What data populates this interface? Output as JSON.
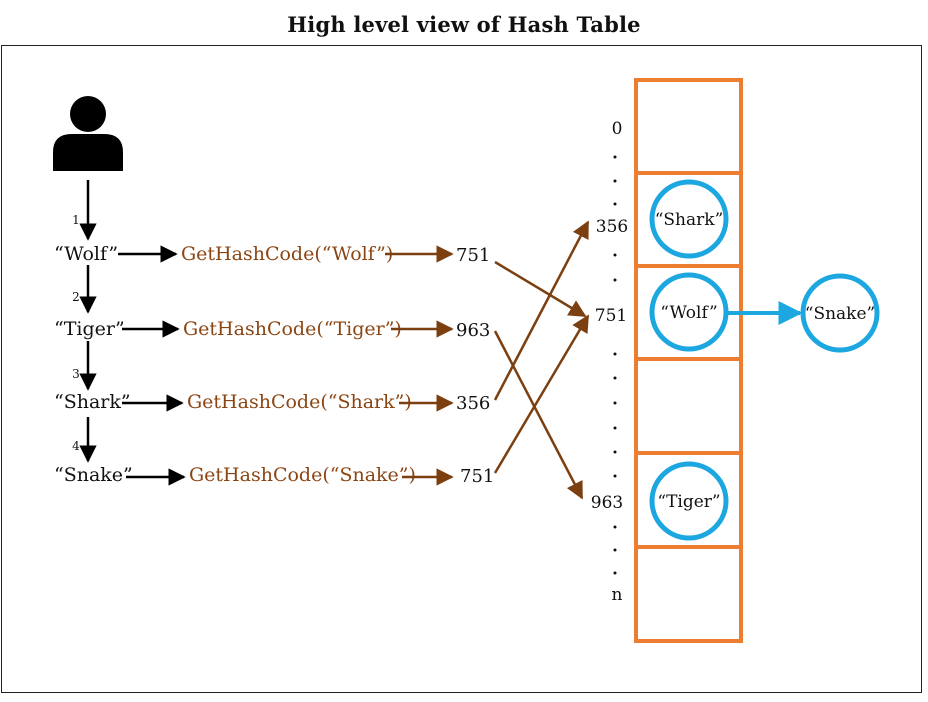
{
  "title": "High level view of Hash Table",
  "steps": [
    {
      "num": "1",
      "key": "“Wolf”",
      "func": "GetHashCode(“Wolf”)",
      "hash": "751"
    },
    {
      "num": "2",
      "key": "“Tiger”",
      "func": "GetHashCode(“Tiger”)",
      "hash": "963"
    },
    {
      "num": "3",
      "key": "“Shark”",
      "func": "GetHashCode(“Shark”)",
      "hash": "356"
    },
    {
      "num": "4",
      "key": "“Snake”",
      "func": "GetHashCode(“Snake”)",
      "hash": "751"
    }
  ],
  "index_labels": [
    "0",
    "356",
    "751",
    "963",
    "n"
  ],
  "buckets": [
    "“Shark”",
    "“Wolf”",
    "“Tiger”"
  ],
  "chain_node": "“Snake”",
  "colors": {
    "hash_func": "#8B4513",
    "arrow_brown": "#7B3F10",
    "bucket_border": "#ED7D31",
    "node_circle": "#1CA7E0",
    "text": "#111111"
  },
  "icons": {
    "user": "user-icon"
  }
}
